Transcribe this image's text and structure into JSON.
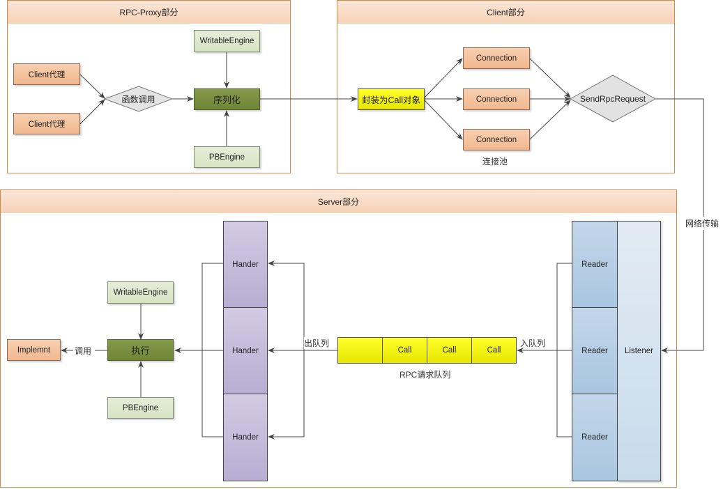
{
  "panels": {
    "proxy": {
      "title": "RPC-Proxy部分"
    },
    "client": {
      "title": "Client部分",
      "pool_label": "连接池"
    },
    "server": {
      "title": "Server部分"
    }
  },
  "proxy": {
    "client_proxies": [
      "Client代理",
      "Client代理"
    ],
    "function_call": "函数调用",
    "serialize": "序列化",
    "writable_engine": "WritableEngine",
    "pb_engine": "PBEngine"
  },
  "client": {
    "wrap_call": "封装为Call对象",
    "connections": [
      "Connection",
      "Connection",
      "Connection"
    ],
    "send_request": "SendRpcRequest"
  },
  "network_label": "网络传输",
  "server": {
    "listener": "Listener",
    "readers": [
      "Reader",
      "Reader",
      "Reader"
    ],
    "enqueue_label": "入队列",
    "dequeue_label": "出队列",
    "queue_label": "RPC请求队列",
    "queue_cells": [
      "",
      "Call",
      "Call",
      "Call"
    ],
    "handlers": [
      "Hander",
      "Hander",
      "Hander"
    ],
    "execute": "执行",
    "writable_engine": "WritableEngine",
    "pb_engine": "PBEngine",
    "invoke_label": "调用",
    "implement": "Implemnt"
  }
}
